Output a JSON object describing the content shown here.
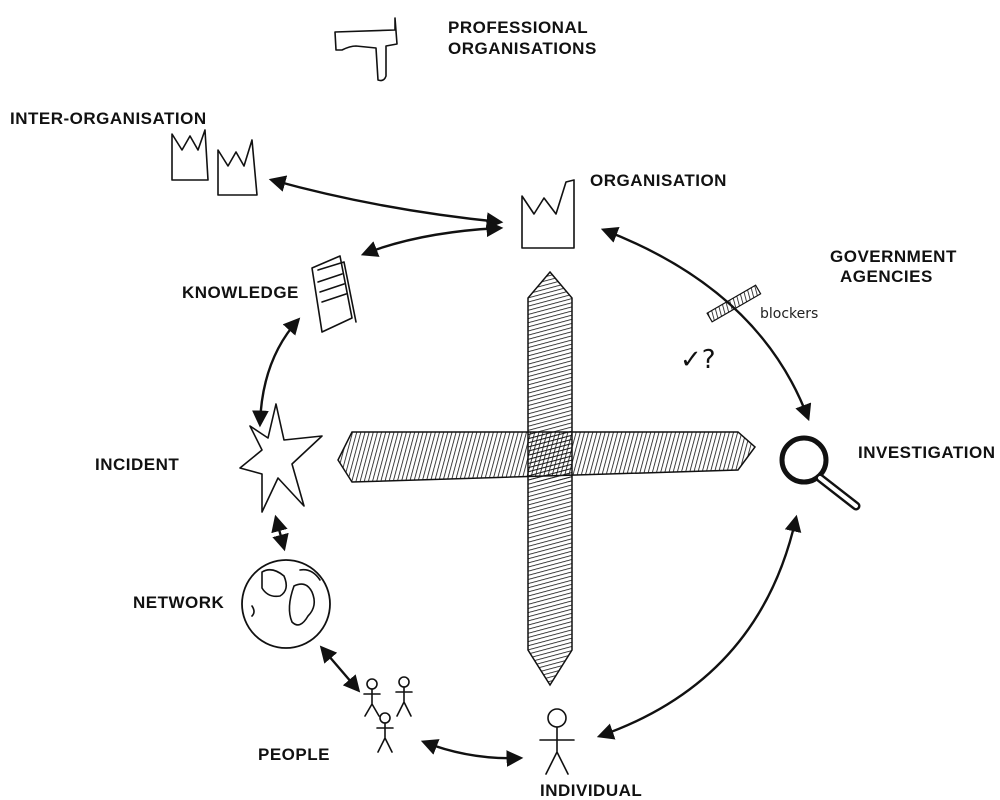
{
  "labels": {
    "professional_organisations_line1": "PROFESSIONAL",
    "professional_organisations_line2": "ORGANISATIONS",
    "inter_organisation": "INTER-ORGANISATION",
    "organisation": "ORGANISATION",
    "government_agencies_line1": "GOVERNMENT",
    "government_agencies_line2": "AGENCIES",
    "knowledge": "KNOWLEDGE",
    "blockers": "blockers",
    "check_question": "✓?",
    "incident": "INCIDENT",
    "investigation": "INVESTIGATION",
    "network": "NETWORK",
    "people": "PEOPLE",
    "individual": "INDIVIDUAL"
  },
  "icons": {
    "professional_organisations": "pillar-icon",
    "inter_organisation": "two-factories-icon",
    "organisation": "factory-icon",
    "knowledge": "book-icon",
    "incident": "explosion-star-icon",
    "investigation": "magnifier-icon",
    "network": "globe-icon",
    "people": "group-stick-figures-icon",
    "individual": "stick-figure-icon",
    "blockers": "hatched-bar-icon"
  },
  "colors": {
    "ink": "#111111",
    "background": "#ffffff"
  }
}
